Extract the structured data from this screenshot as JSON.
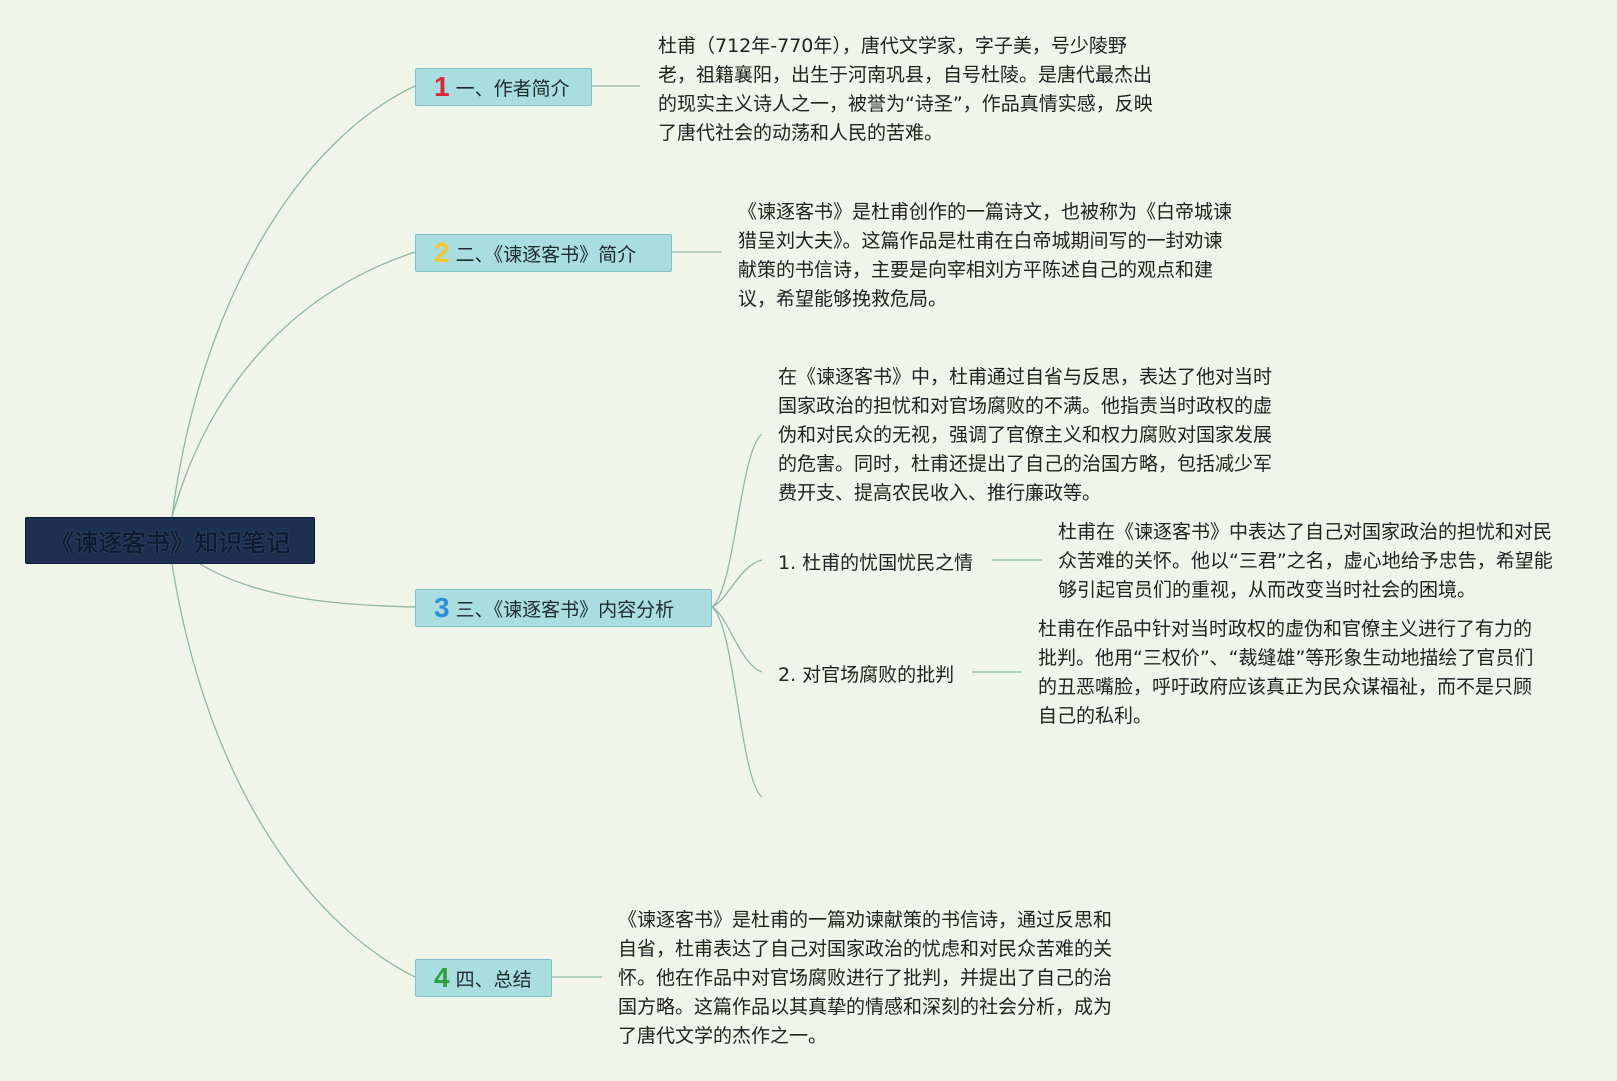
{
  "root": {
    "title": "《谏逐客书》知识笔记"
  },
  "colors": {
    "background": "#f0f5ea",
    "root_fill": "#1e3052",
    "branch_fill": "#a9dde0",
    "connector": "#8fb6a6",
    "num_1": "#d8283a",
    "num_2": "#f2c72a",
    "num_3": "#2d8fd6",
    "num_4": "#2ea043"
  },
  "branches": [
    {
      "num": "1",
      "label": "一、作者简介",
      "text": "杜甫（712年-770年），唐代文学家，字子美，号少陵野老，祖籍襄阳，出生于河南巩县，自号杜陵。是唐代最杰出的现实主义诗人之一，被誉为“诗圣”，作品真情实感，反映了唐代社会的动荡和人民的苦难。"
    },
    {
      "num": "2",
      "label": "二、《谏逐客书》简介",
      "text": "《谏逐客书》是杜甫创作的一篇诗文，也被称为《白帝城谏猎呈刘大夫》。这篇作品是杜甫在白帝城期间写的一封劝谏献策的书信诗，主要是向宰相刘方平陈述自己的观点和建议，希望能够挽救危局。"
    },
    {
      "num": "3",
      "label": "三、《谏逐客书》内容分析",
      "intro": "在《谏逐客书》中，杜甫通过自省与反思，表达了他对当时国家政治的担忧和对官场腐败的不满。他指责当时政权的虚伪和对民众的无视，强调了官僚主义和权力腐败对国家发展的危害。同时，杜甫还提出了自己的治国方略，包括减少军费开支、提高农民收入、推行廉政等。",
      "subs": [
        {
          "label": "1. 杜甫的忧国忧民之情",
          "text": "杜甫在《谏逐客书》中表达了自己对国家政治的担忧和对民众苦难的关怀。他以“三君”之名，虚心地给予忠告，希望能够引起官员们的重视，从而改变当时社会的困境。"
        },
        {
          "label": "2. 对官场腐败的批判",
          "text": "杜甫在作品中针对当时政权的虚伪和官僚主义进行了有力的批判。他用“三权价”、“裁缝雄”等形象生动地描绘了官员们的丑恶嘴脸，呼吁政府应该真正为民众谋福祉，而不是只顾自己的私利。"
        }
      ]
    },
    {
      "num": "4",
      "label": "四、总结",
      "text": "《谏逐客书》是杜甫的一篇劝谏献策的书信诗，通过反思和自省，杜甫表达了自己对国家政治的忧虑和对民众苦难的关怀。他在作品中对官场腐败进行了批判，并提出了自己的治国方略。这篇作品以其真挚的情感和深刻的社会分析，成为了唐代文学的杰作之一。"
    }
  ]
}
